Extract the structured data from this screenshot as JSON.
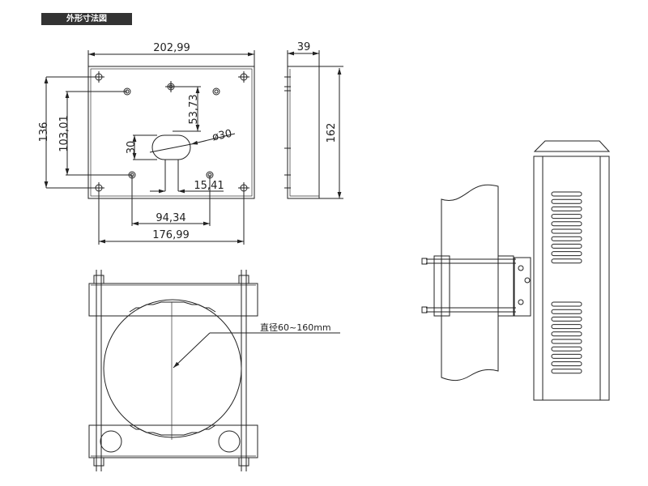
{
  "title": "外形寸法図",
  "front_view": {
    "width_dim": "202,99",
    "height_dim_136": "136",
    "height_dim_103": "103,01",
    "dim_53": "53,73",
    "dim_30": "30",
    "diameter": "ø30",
    "dim_15": "15,41",
    "dim_94": "94,34",
    "dim_176": "176,99"
  },
  "side_view": {
    "depth_dim": "39",
    "height_dim": "162"
  },
  "clamp_view": {
    "diameter_label": "直径60~160mm"
  }
}
